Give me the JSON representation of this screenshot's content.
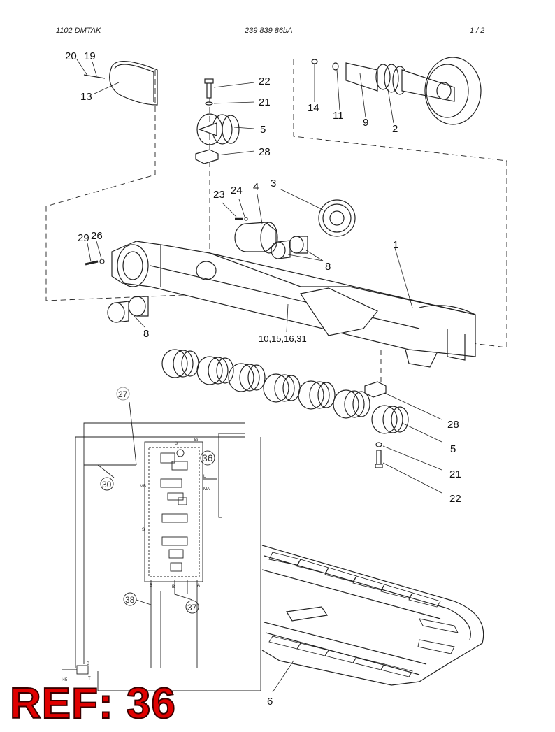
{
  "header": {
    "left": "1102   DMTAK",
    "center": "239 839 86bA",
    "right": "1   /  2"
  },
  "callouts": [
    "20",
    "19",
    "13",
    "22",
    "21",
    "5",
    "28",
    "14",
    "11",
    "9",
    "2",
    "23",
    "24",
    "4",
    "3",
    "29",
    "26",
    "1",
    "8",
    "8",
    "10,15,16,31",
    "28",
    "5",
    "21",
    "22",
    "6"
  ],
  "circled_refs": [
    "27",
    "36",
    "30",
    "38",
    "37"
  ],
  "hydraulic_labels": [
    "B",
    "Bi",
    "MB",
    "MA",
    "L",
    "S",
    "B",
    "Bi",
    "A",
    "B",
    "T",
    "I45"
  ],
  "ref_banner": "REF: 36"
}
